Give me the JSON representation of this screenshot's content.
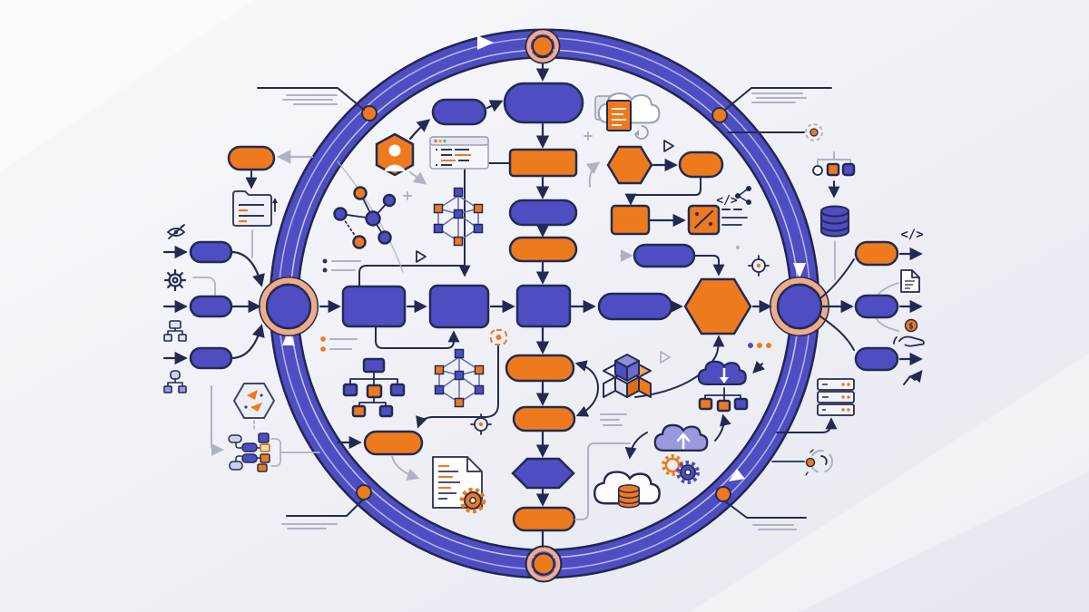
{
  "palette": {
    "bgTop": "#f8f9fc",
    "bgBottom": "#e7e9f1",
    "indigo": "#4e4dc2",
    "indigoDeep": "#3f3eb0",
    "lavender": "#9a99dd",
    "indigoPale": "#cdd0ec",
    "orange": "#ee7a1e",
    "orangeSoft": "#f5a35c",
    "beige": "#f0d9b8",
    "salmon": "#f2ac85",
    "ink": "#232a52",
    "gray": "#aeb3c4",
    "grayLight": "#d6d9e4",
    "panel": "#eef0f6",
    "white": "#ffffff"
  },
  "icons": {
    "code_glyph": "</>",
    "dollar_glyph": "$",
    "inventory": [
      "user-hexagon-icon",
      "browser-window-icon",
      "network-graph-icon",
      "neural-network-icon",
      "cloud-sync-document-icon",
      "eye-icon",
      "gear-icon",
      "org-tree-icon",
      "folder-icon",
      "percent-icon",
      "code-icon",
      "share-icon",
      "target-icon",
      "cubes-icon",
      "cloud-download-icon",
      "cloud-upload-icon",
      "cloud-database-icon",
      "gears-icon",
      "document-gear-icon",
      "database-icon",
      "server-stack-icon",
      "loop-icon",
      "hand-coin-icon",
      "document-icon",
      "trend-arrow-icon",
      "mapping-cluster-icon",
      "shuffle-hexagon-icon"
    ]
  },
  "scene": {
    "type": "flowchart-illustration",
    "ring_checkpoints": [
      "top",
      "right",
      "bottom",
      "left"
    ]
  }
}
